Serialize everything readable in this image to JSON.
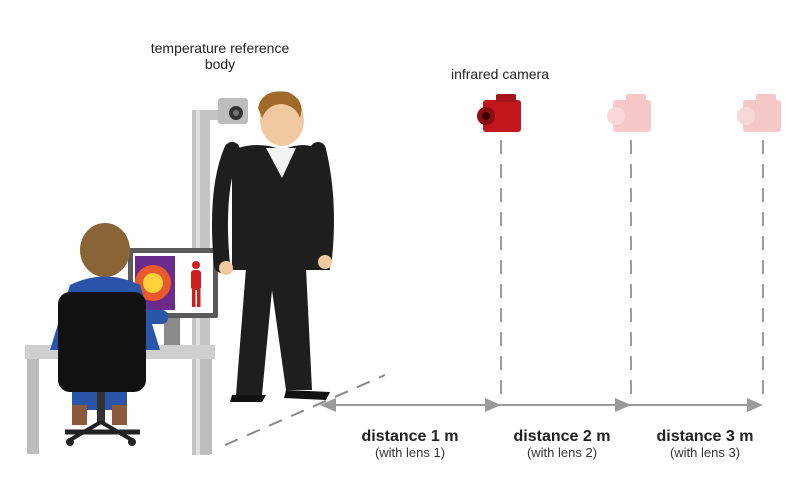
{
  "labels": {
    "reference_line1": "temperature reference",
    "reference_line2": "body",
    "camera": "infrared camera"
  },
  "distances": [
    {
      "title": "distance 1 m",
      "lens": "(with lens 1)"
    },
    {
      "title": "distance 2 m",
      "lens": "(with lens 2)"
    },
    {
      "title": "distance 3 m",
      "lens": "(with lens 3)"
    }
  ],
  "colors": {
    "camera_active": "#c0161c",
    "camera_faded": "#f2a8ab",
    "suit": "#1c1c1c",
    "operator_shirt": "#2750a8",
    "pole": "#bdbdbd",
    "dash": "#9a9a9a"
  }
}
